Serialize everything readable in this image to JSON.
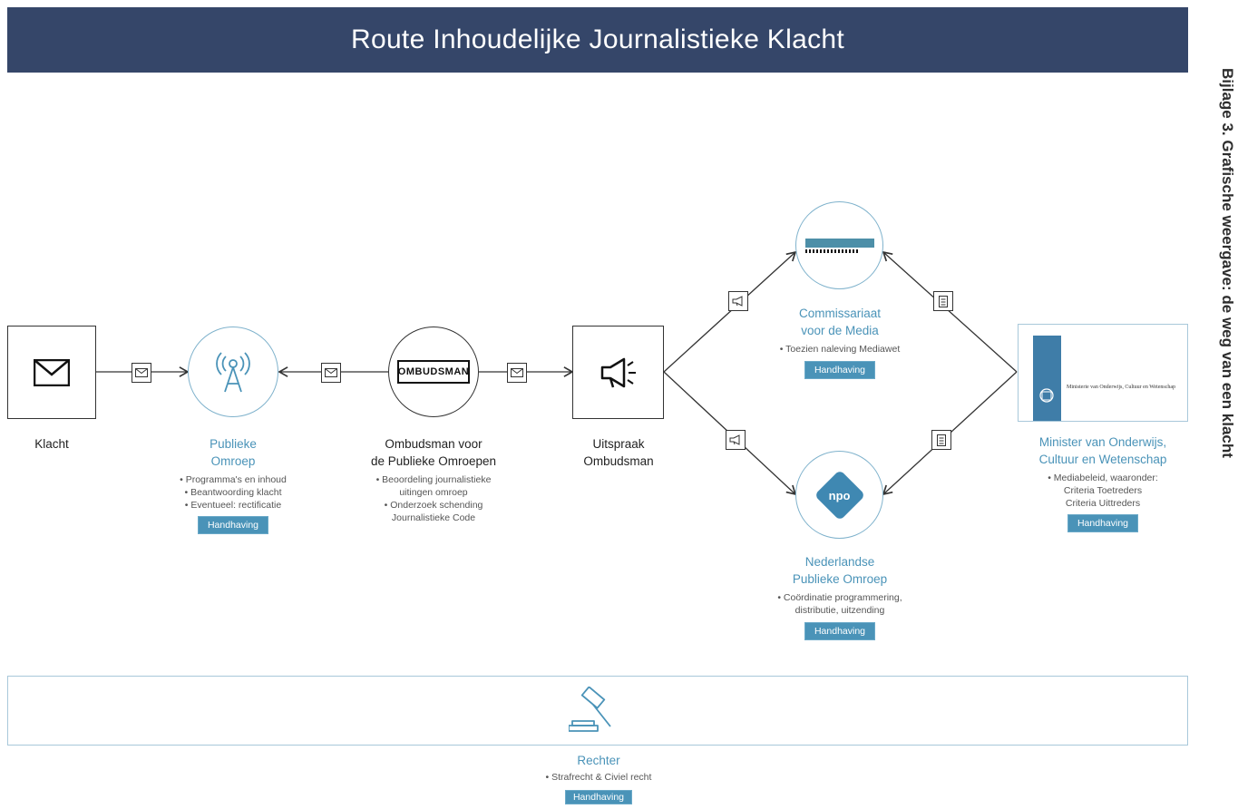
{
  "header": {
    "title": "Route Inhoudelijke Journalistieke Klacht"
  },
  "side_title": "Bijlage 3. Grafische weergave: de weg van een klacht",
  "nodes": {
    "klacht": {
      "label": "Klacht",
      "icon": "envelope-icon"
    },
    "publieke_omroep": {
      "title_line1": "Publieke",
      "title_line2": "Omroep",
      "bullets": [
        "• Programma's en inhoud",
        "• Beantwoording klacht",
        "• Eventueel: rectificatie"
      ],
      "badge": "Handhaving",
      "icon": "broadcast-tower-icon"
    },
    "ombudsman": {
      "title_line1": "Ombudsman voor",
      "title_line2": "de Publieke Omroepen",
      "bullets": [
        "• Beoordeling journalistieke",
        "uitingen omroep",
        "• Onderzoek schending",
        "Journalistieke Code"
      ],
      "logo_text": "OMBUDSMAN"
    },
    "uitspraak": {
      "title_line1": "Uitspraak",
      "title_line2": "Ombudsman",
      "icon": "megaphone-icon"
    },
    "commissariaat": {
      "title_line1": "Commissariaat",
      "title_line2": "voor de Media",
      "bullets": [
        "• Toezien naleving Mediawet"
      ],
      "badge": "Handhaving"
    },
    "npo": {
      "title_line1": "Nederlandse",
      "title_line2": "Publieke Omroep",
      "bullets": [
        "• Coördinatie programmering,",
        "distributie, uitzending"
      ],
      "badge": "Handhaving",
      "logo_text": "npo"
    },
    "minister": {
      "title_line1": "Minister van Onderwijs,",
      "title_line2": "Cultuur en Wetenschap",
      "bullets": [
        "• Mediabeleid, waaronder:",
        "Criteria Toetreders",
        "Criteria Uittreders"
      ],
      "badge": "Handhaving",
      "logo_text": "Ministerie van Onderwijs, Cultuur en Wetenschap"
    },
    "rechter": {
      "title": "Rechter",
      "bullets": [
        "• Strafrecht & Civiel recht"
      ],
      "badge": "Handhaving",
      "icon": "gavel-icon"
    }
  },
  "colors": {
    "header_bg": "#354669",
    "accent": "#4a93b8",
    "circle_border": "#7fb2cc"
  }
}
